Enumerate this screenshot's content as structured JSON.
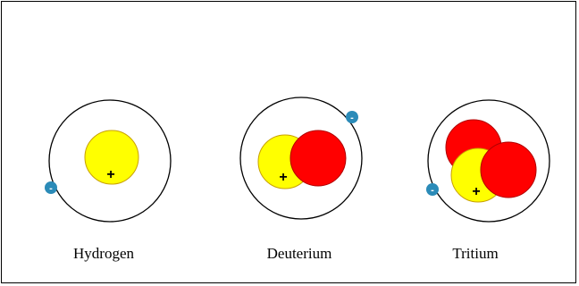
{
  "atoms": [
    {
      "name": "Hydrogen",
      "protons": 1,
      "neutrons": 0,
      "electrons": 1
    },
    {
      "name": "Deuterium",
      "protons": 1,
      "neutrons": 1,
      "electrons": 1
    },
    {
      "name": "Tritium",
      "protons": 1,
      "neutrons": 2,
      "electrons": 1
    }
  ],
  "symbols": {
    "proton_charge": "+",
    "electron_charge": "-"
  },
  "colors": {
    "proton": "#ffff00",
    "neutron": "#ff0000",
    "electron": "#2b8bb8",
    "orbit": "#000000",
    "outline": "#c8a000"
  }
}
